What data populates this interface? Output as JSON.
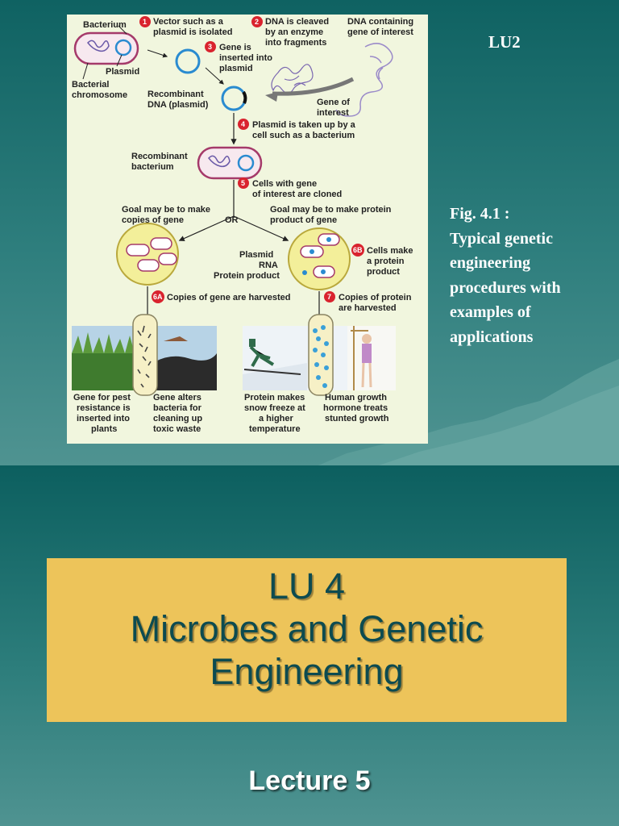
{
  "slide1": {
    "tag": "LU2",
    "caption_lines": [
      "Fig. 4.1 :",
      "Typical genetic",
      "engineering",
      "procedures with",
      "examples of",
      "applications"
    ],
    "figure": {
      "labels": {
        "bacterium": "Bacterium",
        "plasmid": "Plasmid",
        "bacterial_chromosome_1": "Bacterial",
        "bacterial_chromosome_2": "chromosome",
        "step1_1": "Vector such as a",
        "step1_2": "plasmid is isolated",
        "step2_1": "DNA is cleaved",
        "step2_2": "by an enzyme",
        "step2_3": "into fragments",
        "dna_gene_1": "DNA containing",
        "dna_gene_2": "gene of interest",
        "step3_1": "Gene is",
        "step3_2": "inserted into",
        "step3_3": "plasmid",
        "recombinant_dna_1": "Recombinant",
        "recombinant_dna_2": "DNA (plasmid)",
        "gene_interest_1": "Gene of",
        "gene_interest_2": "interest",
        "step4_1": "Plasmid is taken up by a",
        "step4_2": "cell such as a bacterium",
        "recombinant_bact_1": "Recombinant",
        "recombinant_bact_2": "bacterium",
        "step5_1": "Cells with gene",
        "step5_2": "of interest are cloned",
        "goal_copies_1": "Goal may be to make",
        "goal_copies_2": "copies of gene",
        "or": "OR",
        "goal_protein_1": "Goal may be to make protein",
        "goal_protein_2": "product of gene",
        "plasmid2": "Plasmid",
        "rna": "RNA",
        "protein_product": "Protein product",
        "step6b_1": "Cells make",
        "step6b_2": "a protein",
        "step6b_3": "product",
        "step6a": "Copies of gene are harvested",
        "step7_1": "Copies of protein",
        "step7_2": "are harvested",
        "app1_1": "Gene for pest",
        "app1_2": "resistance is",
        "app1_3": "inserted into",
        "app1_4": "plants",
        "app2_1": "Gene alters",
        "app2_2": "bacteria for",
        "app2_3": "cleaning up",
        "app2_4": "toxic waste",
        "app3_1": "Protein makes",
        "app3_2": "snow freeze at",
        "app3_3": "a higher",
        "app3_4": "temperature",
        "app4_1": "Human growth",
        "app4_2": "hormone treats",
        "app4_3": "stunted growth"
      },
      "step_numbers": {
        "s1": "1",
        "s2": "2",
        "s3": "3",
        "s4": "4",
        "s5": "5",
        "s6a": "6A",
        "s6b": "6B",
        "s7": "7"
      }
    }
  },
  "slide2": {
    "title_line1": "LU 4",
    "title_line2": "Microbes and Genetic",
    "title_line3": "Engineering",
    "subtitle": "Lecture 5"
  },
  "colors": {
    "teal_dark": "#0f6262",
    "title_box": "#edc45a",
    "title_text": "#0d4b50",
    "step_badge": "#d9232e",
    "figure_bg": "#f1f6de"
  }
}
